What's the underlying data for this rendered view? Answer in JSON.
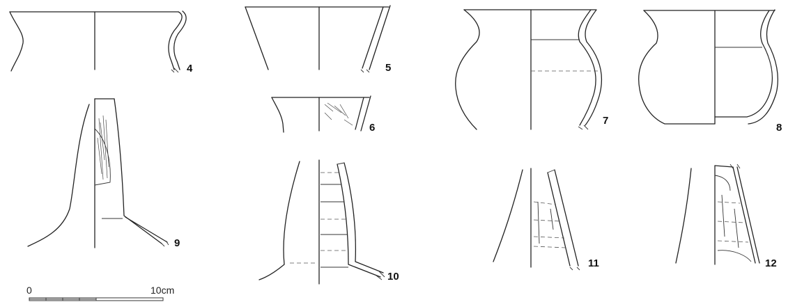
{
  "figures": [
    {
      "id": "4",
      "label": "4"
    },
    {
      "id": "5",
      "label": "5"
    },
    {
      "id": "6",
      "label": "6"
    },
    {
      "id": "7",
      "label": "7"
    },
    {
      "id": "8",
      "label": "8"
    },
    {
      "id": "9",
      "label": "9"
    },
    {
      "id": "10",
      "label": "10"
    },
    {
      "id": "11",
      "label": "11"
    },
    {
      "id": "12",
      "label": "12"
    }
  ],
  "scale_bar": {
    "start_label": "0",
    "end_label": "10cm",
    "segments": 4
  }
}
